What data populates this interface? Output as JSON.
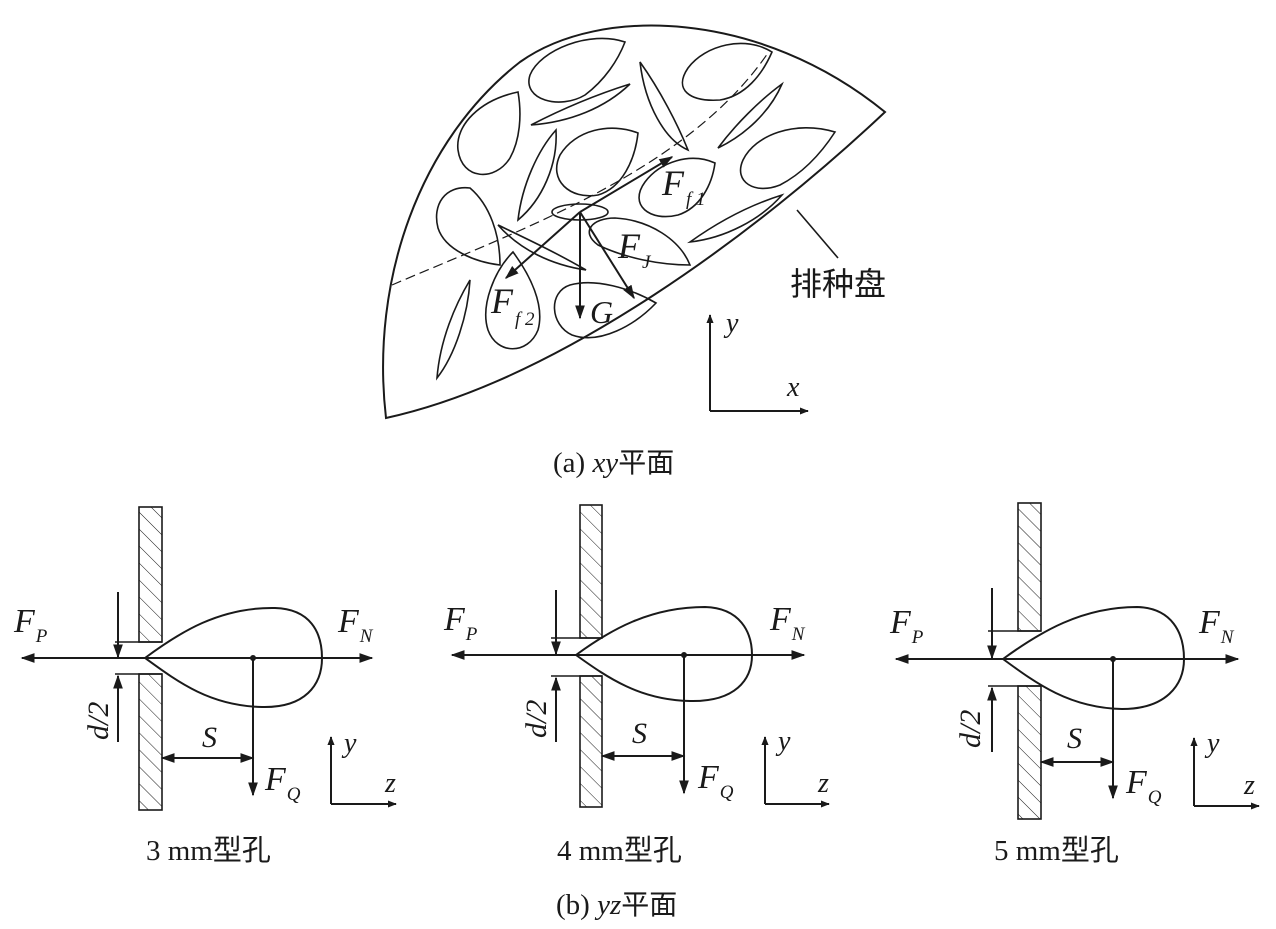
{
  "panel_a": {
    "forces": {
      "ff1_main": "F",
      "ff1_sub": "f 1",
      "fj_main": "F",
      "fj_sub": "J",
      "ff2_main": "F",
      "ff2_sub": "f 2",
      "g": "G"
    },
    "disc_label": "排种盘",
    "axis_x": "x",
    "axis_y": "y",
    "caption_prefix": "(a) ",
    "caption_axes": "xy",
    "caption_suffix": "平面"
  },
  "panel_b": {
    "holes": [
      {
        "fp_main": "F",
        "fp_sub": "P",
        "fn_main": "F",
        "fn_sub": "N",
        "d_label": "d/2",
        "s_label": "S",
        "fq_main": "F",
        "fq_sub": "Q",
        "axis_y": "y",
        "axis_z": "z",
        "caption": "3 mm型孔"
      },
      {
        "fp_main": "F",
        "fp_sub": "P",
        "fn_main": "F",
        "fn_sub": "N",
        "d_label": "d/2",
        "s_label": "S",
        "fq_main": "F",
        "fq_sub": "Q",
        "axis_y": "y",
        "axis_z": "z",
        "caption": "4 mm型孔"
      },
      {
        "fp_main": "F",
        "fp_sub": "P",
        "fn_main": "F",
        "fn_sub": "N",
        "d_label": "d/2",
        "s_label": "S",
        "fq_main": "F",
        "fq_sub": "Q",
        "axis_y": "y",
        "axis_z": "z",
        "caption": "5 mm型孔"
      }
    ],
    "caption_prefix": "(b) ",
    "caption_axes": "yz",
    "caption_suffix": "平面"
  }
}
